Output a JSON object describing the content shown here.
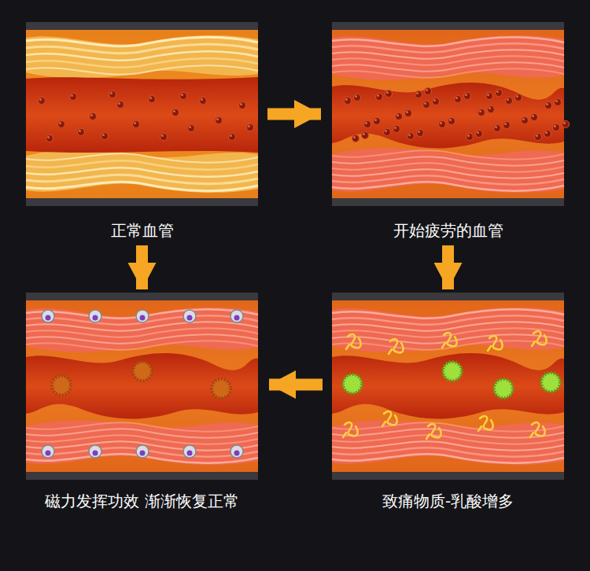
{
  "diagram": {
    "nodes": [
      {
        "text": [
          "正常血管"
        ]
      },
      {
        "text": [
          "开始疲劳的血管"
        ]
      },
      {
        "text": [
          "磁力发挥功效 渐渐恢复正常"
        ]
      },
      {
        "text": [
          "致痛物质-乳酸增多"
        ]
      }
    ],
    "edges": [
      {
        "from": 0,
        "to": 1,
        "arrow": "to"
      },
      {
        "from": 0,
        "to": 2,
        "arrow": "to"
      },
      {
        "from": 1,
        "to": 3,
        "arrow": "to"
      },
      {
        "from": 3,
        "to": 2,
        "arrow": "to"
      }
    ]
  }
}
